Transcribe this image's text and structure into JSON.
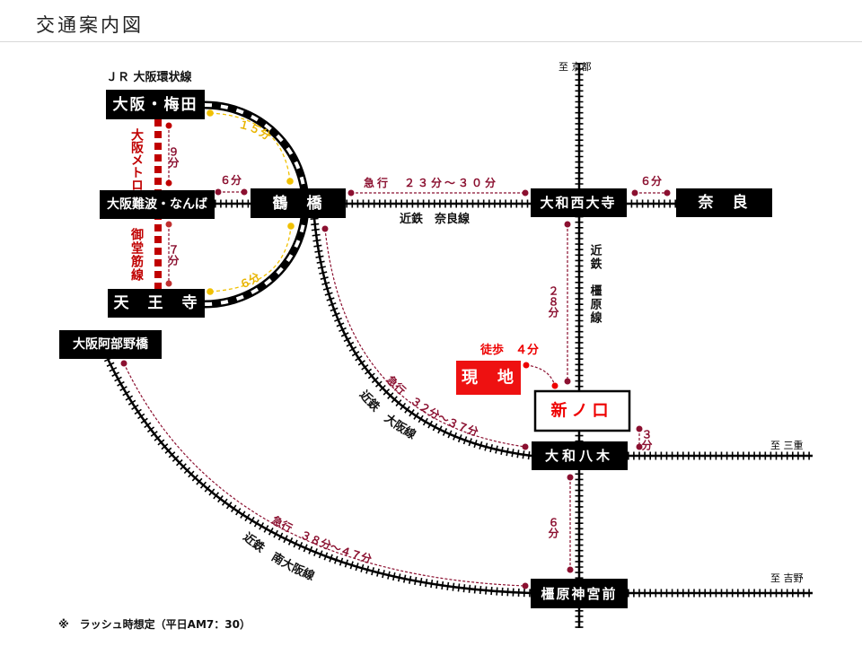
{
  "title": "交通案内図",
  "lines": {
    "jr_loop": "ＪＲ 大阪環状線",
    "metro": "大阪メトロ",
    "midosuji": "御堂筋線",
    "nara_line": "近鉄　奈良線",
    "kashihara_line": "近鉄　橿原線",
    "osaka_line": "近鉄　大阪線",
    "minami_osaka_line": "近鉄　南大阪線"
  },
  "stations": {
    "umeda": "大阪・梅田",
    "namba": "大阪難波・なんば",
    "tsuruhashi": "鶴　橋",
    "tennoji": "天　王　寺",
    "abenobashi": "大阪阿部野橋",
    "saidaiji": "大和西大寺",
    "nara": "奈　良",
    "site": "現　地",
    "shinnokuchi": "新ノ口",
    "yagi": "大和八木",
    "jingumae": "橿原神宮前"
  },
  "directions": {
    "kyoto": "至 京都",
    "mie": "至 三重",
    "yoshino": "至 吉野"
  },
  "times": {
    "umeda_namba": "９分",
    "namba_tennoji": "７分",
    "namba_tsuruhashi": "６分",
    "umeda_tsuruhashi": "１５分",
    "tsuruhashi_tennoji": "６分",
    "tsuruhashi_saidaiji": "急行　２３分～３０分",
    "saidaiji_nara": "６分",
    "saidaiji_shinnokuchi": "２８分",
    "walk": "徒歩　４分",
    "tsuruhashi_yagi": "急行　３２分～３７分",
    "yagi_mie": "３分",
    "yagi_jingumae": "６分",
    "abeno_jingumae": "急行　３８分～４７分"
  },
  "colors": {
    "metro": "#c00000",
    "jr_timing": "#f0c000",
    "kintetsu_timing": "#8b1030",
    "site": "#ee1111"
  },
  "footnote": "※　ラッシュ時想定（平日AM7：30）"
}
